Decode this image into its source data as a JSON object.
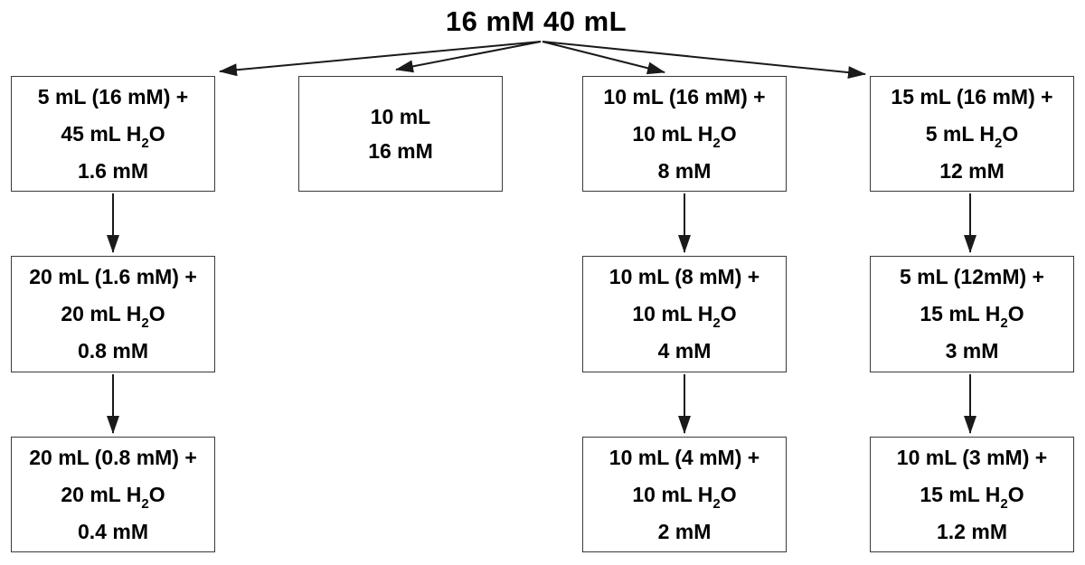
{
  "title": "16 mM 40 mL",
  "boxes": [
    {
      "mix": "5 mL (16 mM) +",
      "water_prefix": "45 mL H",
      "water_sub": "2",
      "water_suffix": "O",
      "conc": "1.6 mM"
    },
    {
      "volume": "10 mL",
      "conc": "16 mM"
    },
    {
      "mix": "10 mL (16 mM) +",
      "water_prefix": "10 mL H",
      "water_sub": "2",
      "water_suffix": "O",
      "conc": "8 mM"
    },
    {
      "mix": "15 mL (16 mM) +",
      "water_prefix": "5 mL H",
      "water_sub": "2",
      "water_suffix": "O",
      "conc": "12 mM"
    },
    {
      "mix": "20 mL (1.6 mM) +",
      "water_prefix": "20 mL H",
      "water_sub": "2",
      "water_suffix": "O",
      "conc": "0.8 mM"
    },
    {
      "mix": "10 mL (8 mM) +",
      "water_prefix": "10 mL H",
      "water_sub": "2",
      "water_suffix": "O",
      "conc": "4 mM"
    },
    {
      "mix": "5 mL (12mM) +",
      "water_prefix": "15 mL H",
      "water_sub": "2",
      "water_suffix": "O",
      "conc": "3 mM"
    },
    {
      "mix": "20 mL (0.8 mM) +",
      "water_prefix": "20 mL H",
      "water_sub": "2",
      "water_suffix": "O",
      "conc": "0.4 mM"
    },
    {
      "mix": "10 mL (4 mM) +",
      "water_prefix": "10 mL H",
      "water_sub": "2",
      "water_suffix": "O",
      "conc": "2 mM"
    },
    {
      "mix": "10 mL (3 mM) +",
      "water_prefix": "15 mL H",
      "water_sub": "2",
      "water_suffix": "O",
      "conc": "1.2 mM"
    }
  ],
  "connections": [
    {
      "from": "16 mM 40 mL",
      "to": "1.6 mM"
    },
    {
      "from": "16 mM 40 mL",
      "to": "16 mM (10 mL)"
    },
    {
      "from": "16 mM 40 mL",
      "to": "8 mM"
    },
    {
      "from": "16 mM 40 mL",
      "to": "12 mM"
    },
    {
      "from": "1.6 mM",
      "to": "0.8 mM"
    },
    {
      "from": "0.8 mM",
      "to": "0.4 mM"
    },
    {
      "from": "8 mM",
      "to": "4 mM"
    },
    {
      "from": "4 mM",
      "to": "2 mM"
    },
    {
      "from": "12 mM",
      "to": "3 mM"
    },
    {
      "from": "3 mM",
      "to": "1.2 mM"
    }
  ],
  "colors": {
    "background": "#ffffff",
    "text": "#000000",
    "box_border": "#3a3a3a",
    "arrow": "#1a1a1a"
  }
}
